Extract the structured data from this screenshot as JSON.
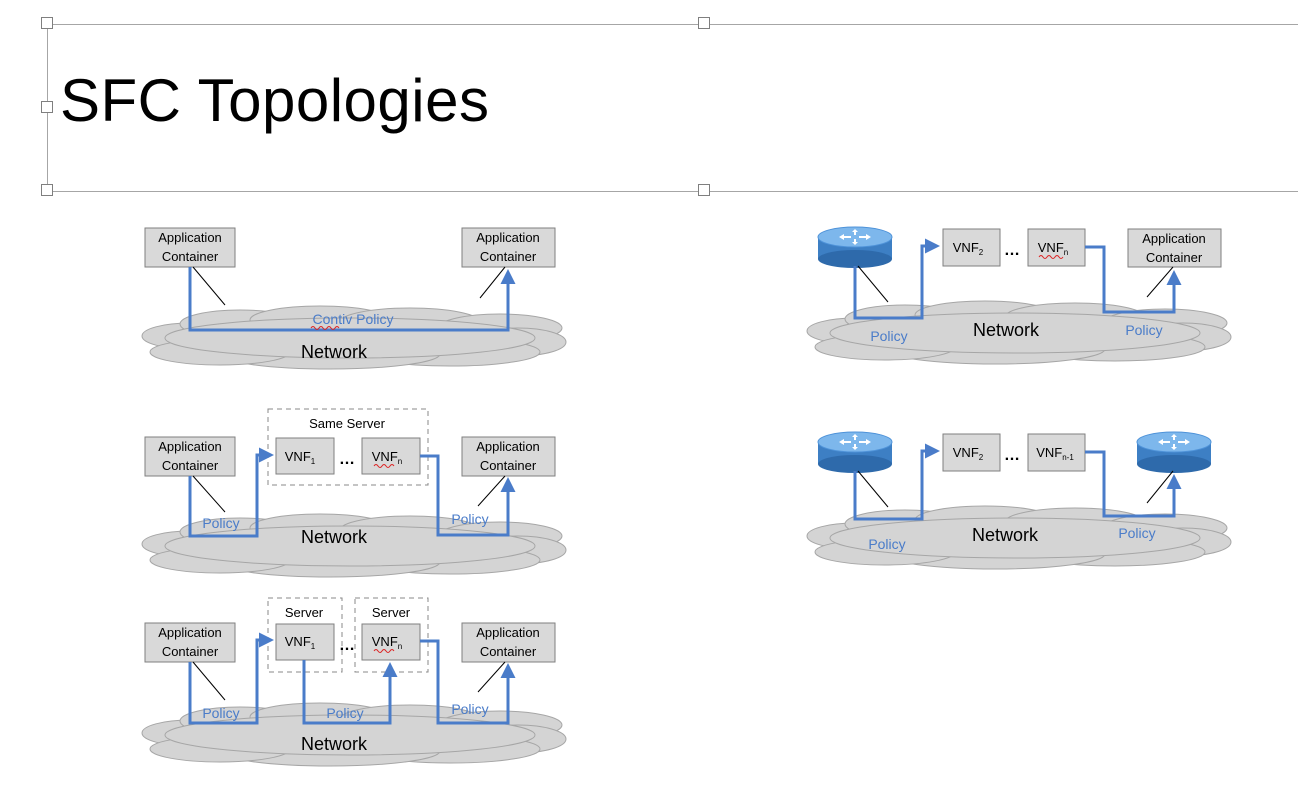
{
  "slide": {
    "title": "SFC Topologies"
  },
  "labels": {
    "app_container_line1": "Application",
    "app_container_line2": "Container",
    "network": "Network",
    "policy": "Policy",
    "contiv_policy": "Contiv Policy",
    "same_server": "Same Server",
    "server": "Server",
    "ellipsis": "…",
    "vnf": "VNF",
    "sub_1": "1",
    "sub_2": "2",
    "sub_n": "n",
    "sub_n_minus_1": "n-1"
  },
  "colors": {
    "policy_line": "#4a7cc9",
    "policy_text": "#4a7cc9",
    "box_fill": "#d9d9d9",
    "box_border": "#7f7f7f",
    "cloud_fill": "#d4d4d4",
    "cloud_edge": "#a6a6a6",
    "router_fill": "#4f93d9"
  }
}
